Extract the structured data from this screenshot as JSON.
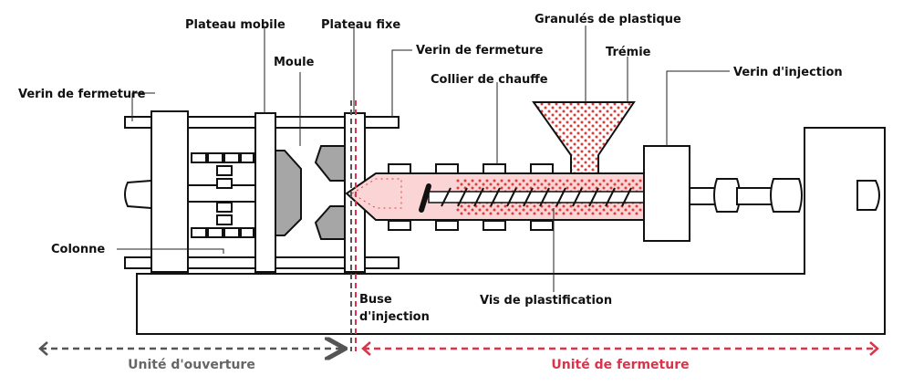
{
  "labels": {
    "verin_fermeture_left": "Verin de fermeture",
    "plateau_mobile": "Plateau mobile",
    "moule": "Moule",
    "plateau_fixe": "Plateau fixe",
    "verin_fermeture_right": "Verin de fermeture",
    "granules": "Granulés de plastique",
    "collier": "Collier de chauffe",
    "tremie": "Trémie",
    "verin_injection": "Verin d'injection",
    "colonne": "Colonne",
    "buse_line1": "Buse",
    "buse_line2": "d'injection",
    "vis": "Vis de plastification"
  },
  "zones": {
    "ouverture": "Unité d'ouverture",
    "fermeture": "Unité de fermeture"
  },
  "colors": {
    "ouverture": "#555555",
    "fermeture": "#d9344a",
    "plastic_fill": "#fbd5d5",
    "dots": "#e23b3b",
    "mold": "#a6a6a6"
  }
}
